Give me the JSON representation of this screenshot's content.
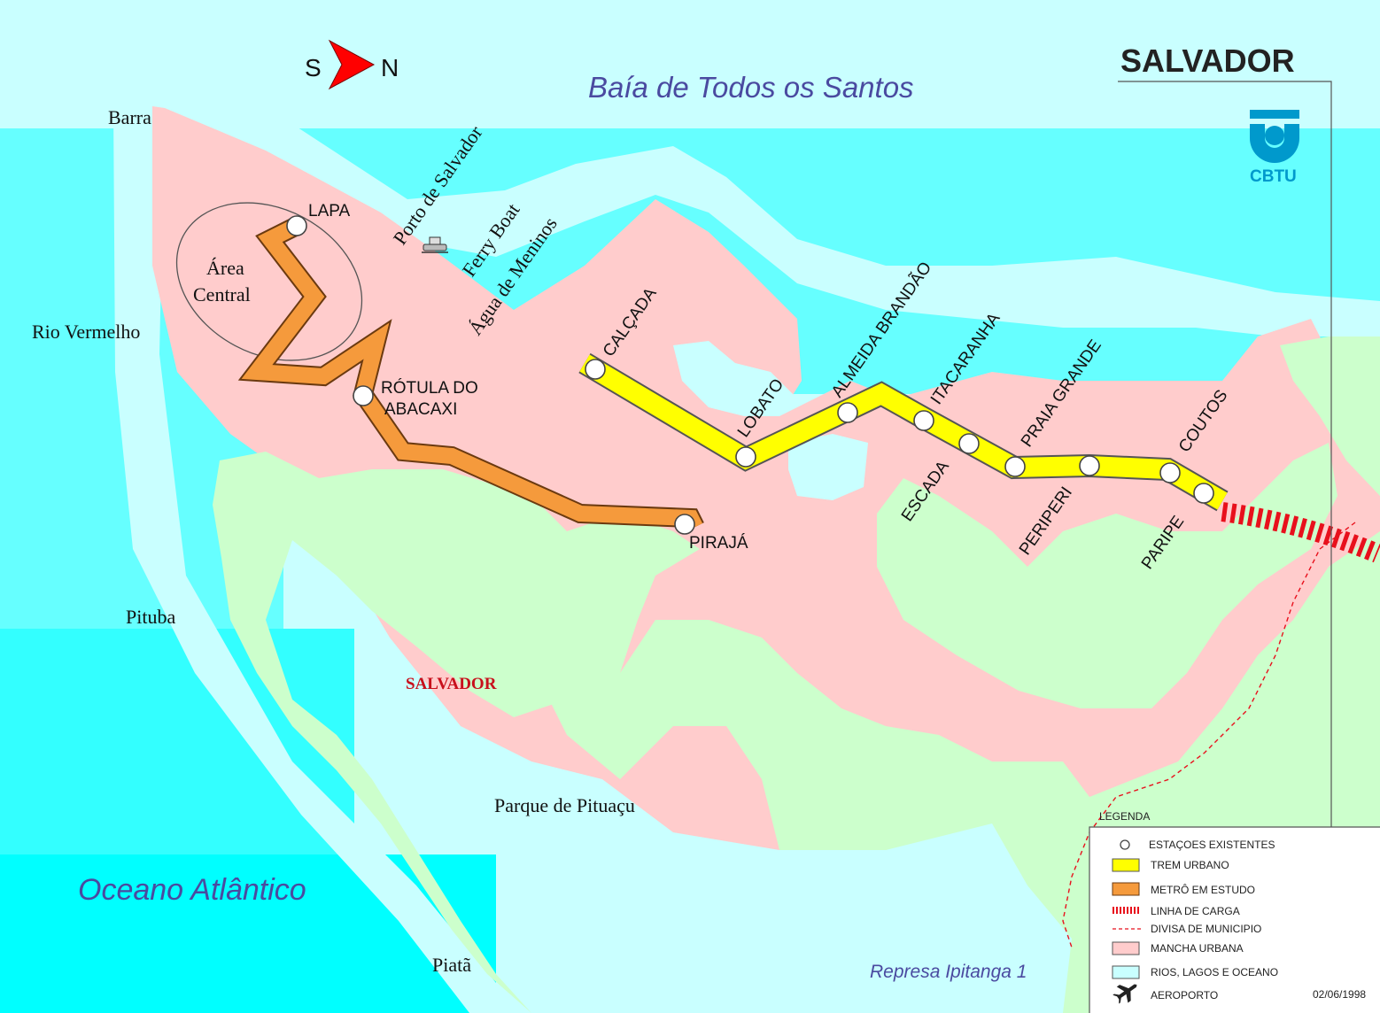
{
  "map": {
    "title": "SALVADOR",
    "date": "02/06/1998",
    "compass": {
      "left": "S",
      "right": "N"
    },
    "logo": {
      "text": "CBTU"
    },
    "water_labels": {
      "bay": "Baía de Todos os Santos",
      "ocean": "Oceano Atlântico",
      "reservoir": "Represa Ipitanga 1"
    },
    "places": {
      "barra": "Barra",
      "rio_vermelho": "Rio Vermelho",
      "pituba": "Pituba",
      "piata": "Piatã",
      "parque": "Parque de Pituaçu",
      "city": "SALVADOR",
      "area_central_1": "Área",
      "area_central_2": "Central",
      "porto": "Porto de Salvador",
      "ferry": "Ferry Boat",
      "agua": "Água de Meninos"
    },
    "stations": {
      "lapa": "LAPA",
      "rotula_1": "RÓTULA DO",
      "rotula_2": "ABACAXI",
      "piraja": "PIRAJÁ",
      "calcada": "CALÇADA",
      "lobato": "LOBATO",
      "almeida": "ALMEIDA BRANDÃO",
      "itacaranha": "ITACARANHA",
      "escada": "ESCADA",
      "praia_grande": "PRAIA GRANDE",
      "periperi": "PERIPERI",
      "coutos": "COUTOS",
      "paripe": "PARIPE"
    },
    "legend": {
      "title": "LEGENDA",
      "items": [
        {
          "label": "ESTAÇOES EXISTENTES",
          "symbol": "station-circle"
        },
        {
          "label": "TREM URBANO",
          "symbol": "yellow-band",
          "color": "#ffff00"
        },
        {
          "label": "METRÔ EM ESTUDO",
          "symbol": "orange-band",
          "color": "#f59a3c"
        },
        {
          "label": "LINHA DE CARGA",
          "symbol": "red-hatched-line",
          "color": "#e8101c"
        },
        {
          "label": "DIVISA DE MUNICIPIO",
          "symbol": "dashed-line",
          "color": "#e8101c"
        },
        {
          "label": "MANCHA URBANA",
          "symbol": "pink-box",
          "color": "#ffcccc"
        },
        {
          "label": "RIOS, LAGOS E OCEANO",
          "symbol": "cyan-box",
          "color": "#c9ffff"
        },
        {
          "label": "AEROPORTO",
          "symbol": "airplane-icon"
        }
      ]
    },
    "colors": {
      "urban": "#ffcccc",
      "green": "#ccffcc",
      "water_light": "#c9ffff",
      "water_mid": "#66ffff",
      "water_deep": "#00ffff",
      "train": "#ffff00",
      "metro": "#f59a3c",
      "freight": "#e8101c",
      "logo": "#0099cc"
    }
  }
}
